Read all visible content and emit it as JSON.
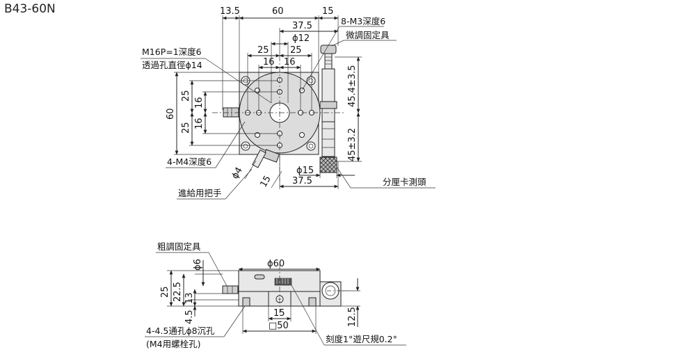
{
  "model": "B43-60N",
  "top_view": {
    "dims": {
      "left_offset": "13.5",
      "width": "60",
      "right_offset": "15",
      "half_plus": "37.5",
      "bore": "ϕ12",
      "pitch_25a": "25",
      "pitch_25b": "25",
      "pitch_16a": "16",
      "pitch_16b": "16",
      "height": "60",
      "v25_top": "25",
      "v25_bot": "25",
      "v16_top": "16",
      "v16_bot": "16",
      "travel_up": "45.4±3.5",
      "travel_down": "45±3.2",
      "knob_dia": "ϕ15",
      "bottom_375": "37.5",
      "handle_dia": "ϕ4",
      "handle_len": "15"
    },
    "labels": {
      "m3": "8-M3深度6",
      "fine_lock": "微調固定具",
      "m16": "M16P=1深度6",
      "thru": "透過孔直徑ϕ14",
      "m4": "4-M4深度6",
      "feed_handle": "進給用把手",
      "micrometer": "分厘卡測頭"
    }
  },
  "side_view": {
    "dims": {
      "diameter": "ϕ60",
      "phi6": "ϕ6",
      "h25": "25",
      "h22_5": "22.5",
      "h13": "13",
      "h4_5": "4.5",
      "w15": "15",
      "sq50": "□50",
      "h12_5": "12.5"
    },
    "labels": {
      "coarse_lock": "粗調固定具",
      "counterbore": "4-4.5通孔ϕ8沉孔",
      "bolt": "(M4用螺栓孔)",
      "scale": "刻度1°遊尺規0.2°"
    }
  }
}
